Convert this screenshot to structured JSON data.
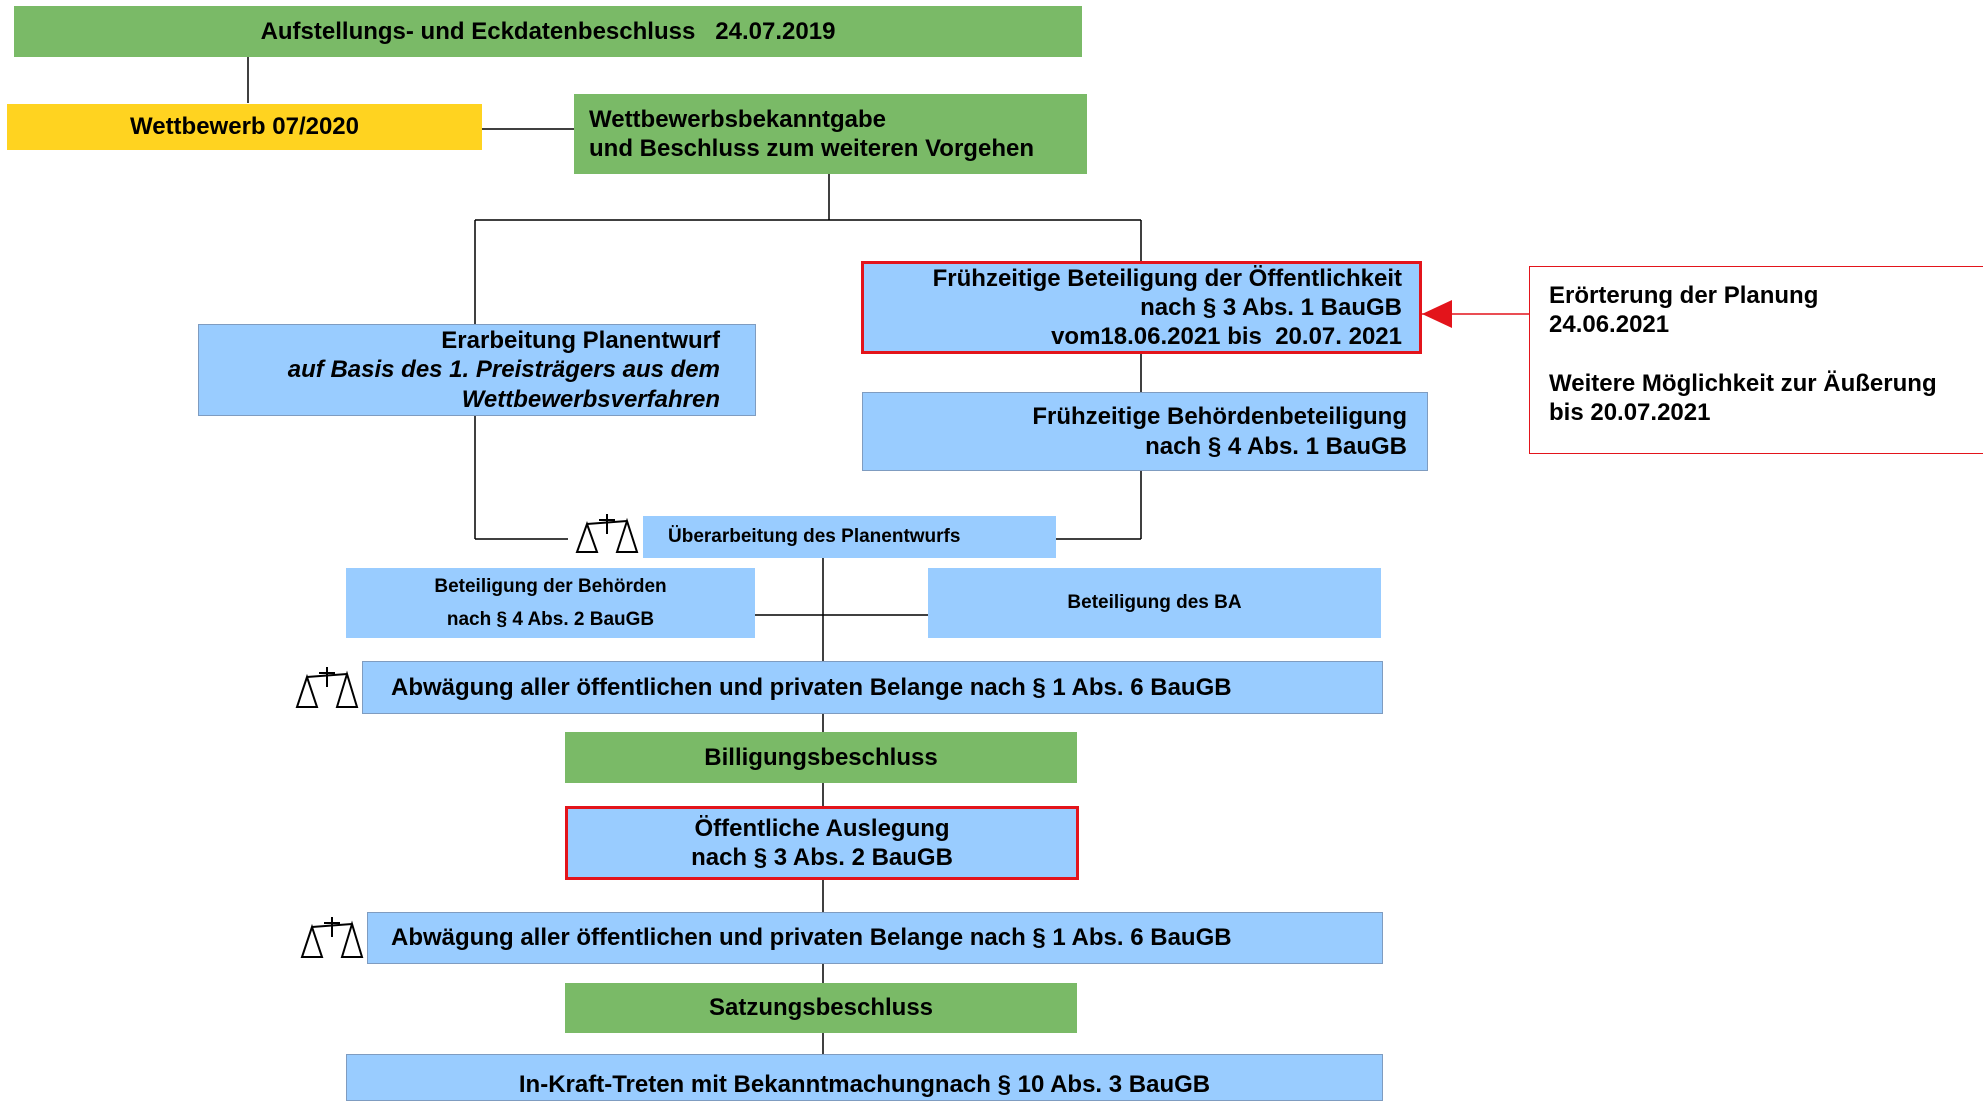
{
  "nodes": {
    "aufstellung": "Aufstellungs- und Eckdatenbeschluss   24.07.2019",
    "wettbewerb": "Wettbewerb 07/2020",
    "bekanntgabe": [
      "Wettbewerbsbekanntgabe",
      "und Beschluss zum weiteren Vorgehen"
    ],
    "planentwurf": [
      "Erarbeitung Planentwurf",
      "auf Basis des 1. Preisträgers aus dem",
      "Wettbewerbsverfahren"
    ],
    "fruehzeitig_oeff": [
      "Frühzeitige Beteiligung der Öffentlichkeit",
      "nach § 3 Abs. 1 BauGB",
      "vom18.06.2021 bis  20.07. 2021"
    ],
    "fruehzeitig_behoerden": [
      "Frühzeitige Behördenbeteiligung",
      "nach § 4 Abs. 1 BauGB"
    ],
    "ueberarbeitung": "Überarbeitung des Planentwurfs",
    "beteiligung_behoerden": [
      "Beteiligung der Behörden",
      "nach § 4 Abs. 2 BauGB"
    ],
    "beteiligung_ba": "Beteiligung des BA",
    "abwaegung_1": "Abwägung aller öffentlichen und privaten Belange nach § 1 Abs. 6 BauGB",
    "billigung": "Billigungsbeschluss",
    "auslegung": [
      "Öffentliche Auslegung",
      "nach § 3 Abs. 2 BauGB"
    ],
    "abwaegung_2": "Abwägung aller öffentlichen und privaten Belange nach § 1 Abs. 6 BauGB",
    "satzung": "Satzungsbeschluss",
    "inkraft": "In-Kraft-Treten mit Bekanntmachungnach § 10 Abs. 3 BauGB"
  },
  "callout": {
    "line1": "Erörterung der Planung",
    "line2": "24.06.2021",
    "line3": "Weitere Möglichkeit zur Äußerung",
    "line4": "bis 20.07.2021"
  },
  "icons": {
    "scale": "balance-scale-icon",
    "arrow": "red-arrow-icon"
  },
  "colors": {
    "green": "#7aba67",
    "yellow": "#ffd320",
    "blue": "#99ccff",
    "red": "#e3141b"
  }
}
